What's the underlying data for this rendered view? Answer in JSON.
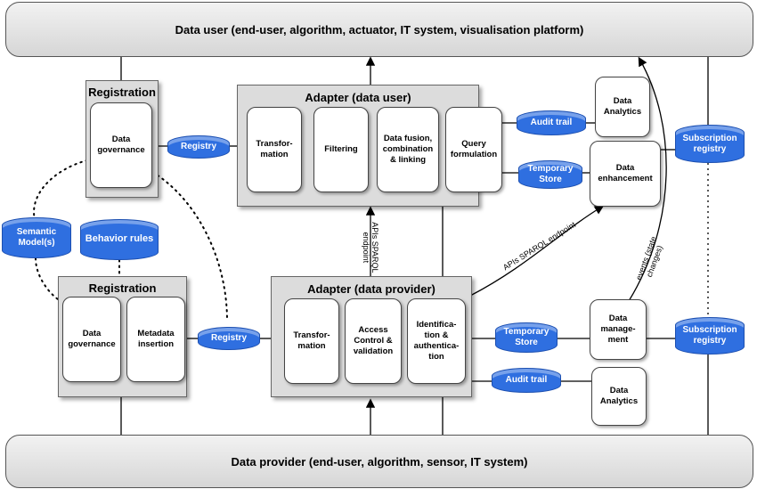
{
  "top_bar": {
    "label": "Data user (end-user, algorithm, actuator, IT system, visualisation platform)"
  },
  "bottom_bar": {
    "label": "Data provider (end-user, algorithm, sensor, IT system)"
  },
  "registration_top": {
    "title": "Registration",
    "governance": "Data governance"
  },
  "registration_bottom": {
    "title": "Registration",
    "governance": "Data governance",
    "metadata": "Metadata insertion"
  },
  "adapter_user": {
    "title": "Adapter (data user)",
    "transformation": "Transfor-mation",
    "filtering": "Filtering",
    "fusion": "Data fusion, combination & linking",
    "query": "Query formulation"
  },
  "adapter_provider": {
    "title": "Adapter (data provider)",
    "transformation": "Transfor-mation",
    "access": "Access Control & validation",
    "identification": "Identifica-tion & authentica-tion"
  },
  "cylinders": {
    "registry_top": "Registry",
    "registry_bottom": "Registry",
    "semantic": "Semantic Model(s)",
    "behavior": "Behavior rules",
    "audit_top": "Audit trail",
    "temp_top": "Temporary Store",
    "temp_bottom": "Temporary Store",
    "audit_bottom": "Audit trail",
    "sub_top": "Subscription registry",
    "sub_bottom": "Subscription registry"
  },
  "boxes": {
    "analytics_top": "Data Analytics",
    "enhancement": "Data enhancement",
    "management": "Data manage-ment",
    "analytics_bottom": "Data Analytics"
  },
  "labels": {
    "apis_vertical": "APIs SPARQL endpoint",
    "apis_diag": "APIs SPARQL endpoint",
    "events": "events (state changes)"
  },
  "colors": {
    "cylinder": "#2f6fe0",
    "panel": "#dcdcdc"
  }
}
